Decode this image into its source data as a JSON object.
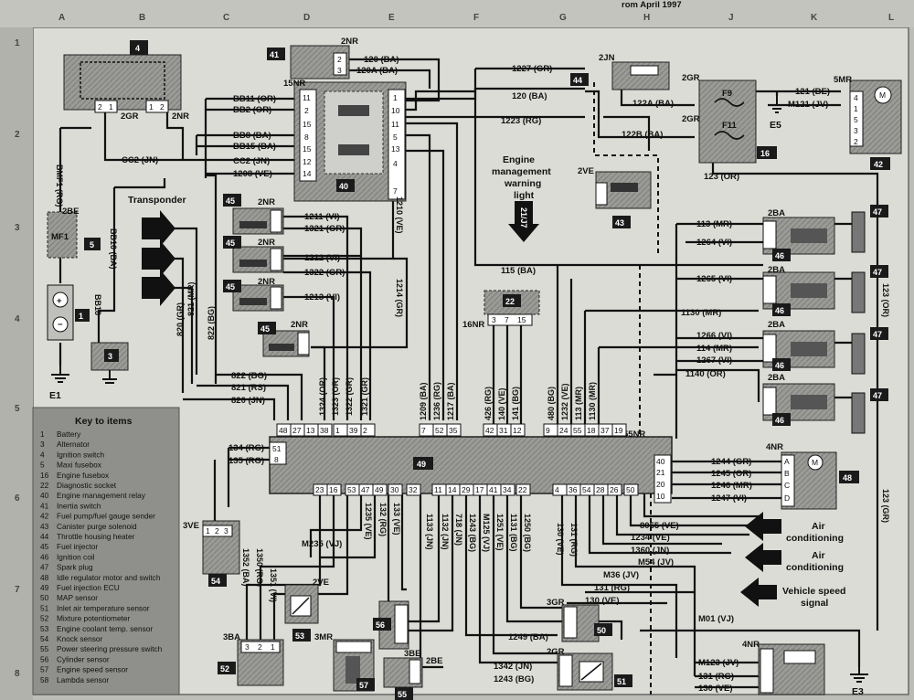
{
  "header_fragment": "rom April 1997",
  "grid": {
    "columns": [
      "A",
      "B",
      "C",
      "D",
      "E",
      "F",
      "G",
      "H",
      "J",
      "K",
      "L"
    ],
    "rows": [
      "1",
      "2",
      "3",
      "4",
      "5",
      "6",
      "7",
      "8"
    ]
  },
  "components": {
    "c4": "4",
    "c41": "41",
    "c40": "40",
    "c44": "44",
    "c16": "16",
    "c42": "42",
    "c5": "5",
    "c1": "1",
    "c3": "3",
    "c45a": "45",
    "c45b": "45",
    "c45c": "45",
    "c45d": "45",
    "c43": "43",
    "c22": "22",
    "c46a": "46",
    "c46b": "46",
    "c46c": "46",
    "c46d": "46",
    "c47a": "47",
    "c47b": "47",
    "c47c": "47",
    "c47d": "47",
    "c49": "49",
    "c48": "48",
    "c54": "54",
    "c53": "53",
    "c56": "56",
    "c50": "50",
    "c52": "52",
    "c57": "57",
    "c55": "55",
    "c51": "51"
  },
  "connectors": {
    "n2nr": "2NR",
    "n15nr": "15NR",
    "n2jn": "2JN",
    "n2gr": "2GR",
    "n5mr": "5MR",
    "n2be": "2BE",
    "n2ve": "2VE",
    "n2ba": "2BA",
    "n16nr": "16NR",
    "n55nr": "55NR",
    "n4nr": "4NR",
    "n3ve": "3VE",
    "n3gr": "3GR",
    "n3ba": "3BA",
    "n3mr": "3MR",
    "n3be": "3BE",
    "f9": "F9",
    "f11": "F11",
    "mf1": "MF1"
  },
  "grounds": {
    "e1": "E1",
    "e5": "E5",
    "e3": "E3"
  },
  "wires_top": {
    "w120ba": "120 (BA)",
    "w120aba": "120A (BA)",
    "w1227gr": "1227 (GR)",
    "w120ba2": "120 (BA)",
    "w121be": "121 (BE)",
    "wm121jv": "M121 (JV)",
    "w122aba": "122A (BA)",
    "w122bba": "122B (BA)",
    "w1223rg": "1223 (RG)",
    "w123or": "123 (OR)",
    "wbb11": "BB11 (OR)",
    "wbb2": "BB2 (OR)",
    "wbb8": "BB8 (BA)",
    "wbb15": "BB15 (BA)",
    "wcc2a": "CC2 (JN)",
    "wcc2b": "CC2 (JN)",
    "w1208": "1208 (VE)",
    "wbmf1": "BMF1 (RG)",
    "wbb10": "BB10 (BA)",
    "wbb18": "BB18"
  },
  "wires_mid": {
    "w1211": "1211 (VI)",
    "w1321": "1321 (GR)",
    "w1212": "1212 (VI)",
    "w1322": "1322 (GR)",
    "w1213": "1213 (VI)",
    "w1210": "1210 (VE)",
    "w1214": "1214 (GR)",
    "w821mr": "821 (MR)",
    "w820gr": "820 (GR)",
    "w822bg": "822 (BG)",
    "w822bg2": "822 (BG)",
    "w821rs": "821 (RS)",
    "w820jn": "820 (JN)",
    "w1324": "1324 (OR)",
    "w1323": "1323 (OR)",
    "w1322v": "1322 (GR)",
    "w1321v": "1321 (GR)",
    "w1209": "1209 (BA)",
    "w1236": "1236 (RG)",
    "w1217": "1217 (BA)",
    "w426": "426 (RG)",
    "w140": "140 (VE)",
    "w141": "141 (BG)",
    "w480": "480 (BG)",
    "w1232": "1232 (VE)",
    "w113v": "113 (MR)",
    "w1130v": "1130 (MR)",
    "w115": "115 (BA)"
  },
  "wires_right": {
    "w113": "113 (MR)",
    "w1264": "1264 (VI)",
    "w1265": "1265 (VI)",
    "w1130": "1130 (MR)",
    "w1266": "1266 (VI)",
    "w114": "114 (MR)",
    "w1267": "1267 (VI)",
    "w1140": "1140 (OR)",
    "w123or_v": "123 (OR)",
    "w123gr_v": "123 (GR)",
    "w1244": "1244 (GR)",
    "w1245": "1245 (OR)",
    "w1246": "1246 (MR)",
    "w1247": "1247 (VI)"
  },
  "wires_bottom": {
    "w134": "134 (RG)",
    "w135": "135 (RG)",
    "w1352": "1352 (BA)",
    "w1350": "1350 (RG)",
    "w1351": "1351 (VI)",
    "wm235": "M235 (VJ)",
    "w1235": "1235 (VE)",
    "w132": "132 (RG)",
    "w133": "133 (VE)",
    "w1133": "1133 (JN)",
    "w1132": "1132 (JN)",
    "w718": "718 (JN)",
    "w1243v": "1243 (BG)",
    "wm125": "M125 (VJ)",
    "w1251": "1251 (VE)",
    "w1131": "1131 (BG)",
    "w1250": "1250 (BG)",
    "w130v": "130 (VE)",
    "w131v": "131 (RG)",
    "w8055": "8055 (VE)",
    "w1234": "1234 (VE)",
    "w1360": "1360 (JN)",
    "wm54": "M54 (JV)",
    "wm36": "M36 (JV)",
    "w131": "131 (RG)",
    "w130": "130 (VE)",
    "wm01": "M01 (VJ)",
    "w1249": "1249 (BA)",
    "w1342": "1342 (JN)",
    "w1243": "1243 (BG)",
    "wm123": "M123 (JV)",
    "w131b": "131 (RG)",
    "w130b": "130 (VE)"
  },
  "pins": {
    "p_ecu_top": [
      "48",
      "27",
      "13",
      "38",
      "1",
      "39",
      "2",
      "7",
      "52",
      "35",
      "42",
      "31",
      "12",
      "9",
      "24",
      "55",
      "18",
      "37",
      "19"
    ],
    "p_ecu_bottom": [
      "23",
      "16",
      "53",
      "47",
      "49",
      "30",
      "32",
      "11",
      "14",
      "29",
      "17",
      "41",
      "34",
      "22",
      "4",
      "36",
      "54",
      "28",
      "26",
      "50"
    ],
    "p_ecu_right": [
      "40",
      "21",
      "20",
      "10"
    ],
    "p_ecu_left": [
      "51",
      "8"
    ],
    "p_40_left": [
      "11",
      "2",
      "15",
      "8",
      "15",
      "12",
      "14"
    ],
    "p_40_right": [
      "1",
      "10",
      "11",
      "5",
      "13",
      "4",
      "7"
    ],
    "p_22": [
      "3",
      "7",
      "15"
    ],
    "p_48": [
      "A",
      "B",
      "C",
      "D"
    ],
    "p_42": [
      "4",
      "1",
      "5",
      "3",
      "2"
    ]
  },
  "callouts": {
    "transponder": "Transponder",
    "eng_warn_1": "Engine",
    "eng_warn_2": "management",
    "eng_warn_3": "warning",
    "eng_warn_4": "light",
    "arrow_code": "21/J7",
    "aircon1_a": "Air",
    "aircon1_b": "conditioning",
    "aircon2_a": "Air",
    "aircon2_b": "conditioning",
    "vss_a": "Vehicle speed",
    "vss_b": "signal"
  },
  "key": {
    "title": "Key to items",
    "items": [
      {
        "num": "1",
        "label": "Battery"
      },
      {
        "num": "3",
        "label": "Alternator"
      },
      {
        "num": "4",
        "label": "Ignition switch"
      },
      {
        "num": "5",
        "label": "Maxi fusebox"
      },
      {
        "num": "16",
        "label": "Engine fusebox"
      },
      {
        "num": "22",
        "label": "Diagnostic socket"
      },
      {
        "num": "40",
        "label": "Engine management relay"
      },
      {
        "num": "41",
        "label": "Inertia switch"
      },
      {
        "num": "42",
        "label": "Fuel pump/fuel gauge sender"
      },
      {
        "num": "43",
        "label": "Canister purge solenoid"
      },
      {
        "num": "44",
        "label": "Throttle housing heater"
      },
      {
        "num": "45",
        "label": "Fuel injector"
      },
      {
        "num": "46",
        "label": "Ignition coil"
      },
      {
        "num": "47",
        "label": "Spark plug"
      },
      {
        "num": "48",
        "label": "Idle regulator motor and switch"
      },
      {
        "num": "49",
        "label": "Fuel injection ECU"
      },
      {
        "num": "50",
        "label": "MAP sensor"
      },
      {
        "num": "51",
        "label": "Inlet air temperature sensor"
      },
      {
        "num": "52",
        "label": "Mixture potentiometer"
      },
      {
        "num": "53",
        "label": "Engine coolant temp. sensor"
      },
      {
        "num": "54",
        "label": "Knock sensor"
      },
      {
        "num": "55",
        "label": "Power steering pressure switch"
      },
      {
        "num": "56",
        "label": "Cylinder sensor"
      },
      {
        "num": "57",
        "label": "Engine speed sensor"
      },
      {
        "num": "58",
        "label": "Lambda sensor"
      }
    ]
  },
  "colors": {
    "paper": "#dcdcd6",
    "ink": "#111111",
    "tag_bg": "#1a1a1a",
    "component_fill": "#a9a9a6",
    "key_bg": "#8f8f8c"
  }
}
